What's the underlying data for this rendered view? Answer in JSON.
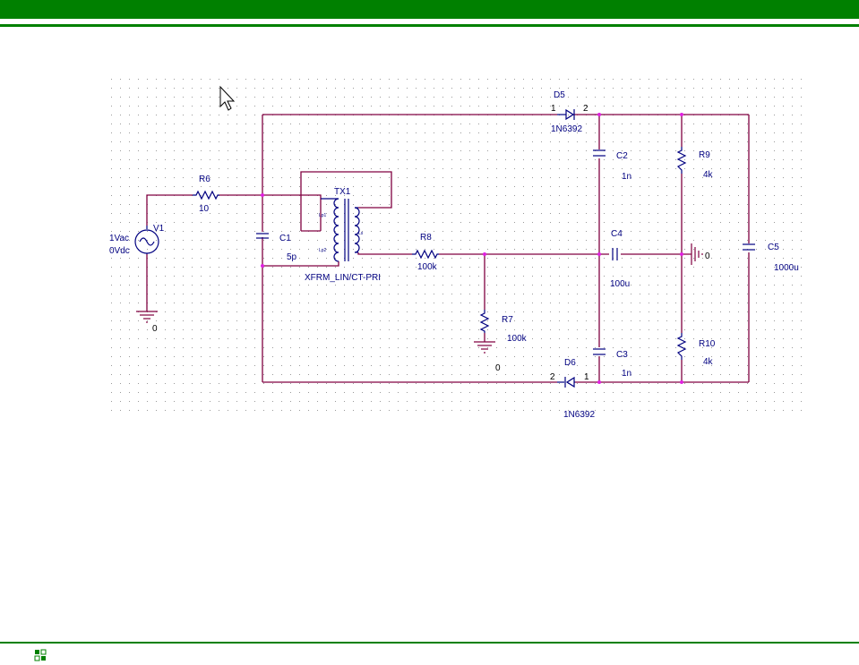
{
  "colors": {
    "frame_green": "#008000",
    "wire": "#800040",
    "part": "#000080",
    "junction": "#e020e0"
  },
  "icons": {
    "status": "schematic-page-icon",
    "cursor": "arrow-pointer-icon"
  },
  "components": {
    "R6": {
      "ref": "R6",
      "value": "10"
    },
    "V1": {
      "ref": "V1",
      "value_ac": "1Vac",
      "value_dc": "0Vdc"
    },
    "C1": {
      "ref": "C1",
      "value": "5p"
    },
    "TX1": {
      "ref": "TX1",
      "model": "XFRM_LIN/CT-PRI",
      "lp1": "Lp1",
      "lp2": "Lp2",
      "ls": "Ls"
    },
    "R8": {
      "ref": "R8",
      "value": "100k"
    },
    "R7": {
      "ref": "R7",
      "value": "100k"
    },
    "D5": {
      "ref": "D5",
      "model": "1N6392",
      "pin1": "1",
      "pin2": "2"
    },
    "D6": {
      "ref": "D6",
      "model": "1N6392",
      "pin1": "1",
      "pin2": "2"
    },
    "C2": {
      "ref": "C2",
      "value": "1n"
    },
    "C3": {
      "ref": "C3",
      "value": "1n"
    },
    "C4": {
      "ref": "C4",
      "value": "100u"
    },
    "C5": {
      "ref": "C5",
      "value": "1000u"
    },
    "R9": {
      "ref": "R9",
      "value": "4k"
    },
    "R10": {
      "ref": "R10",
      "value": "4k"
    }
  },
  "grounds": {
    "g_v1": "0",
    "g_r7": "0",
    "g_c4": "0"
  }
}
